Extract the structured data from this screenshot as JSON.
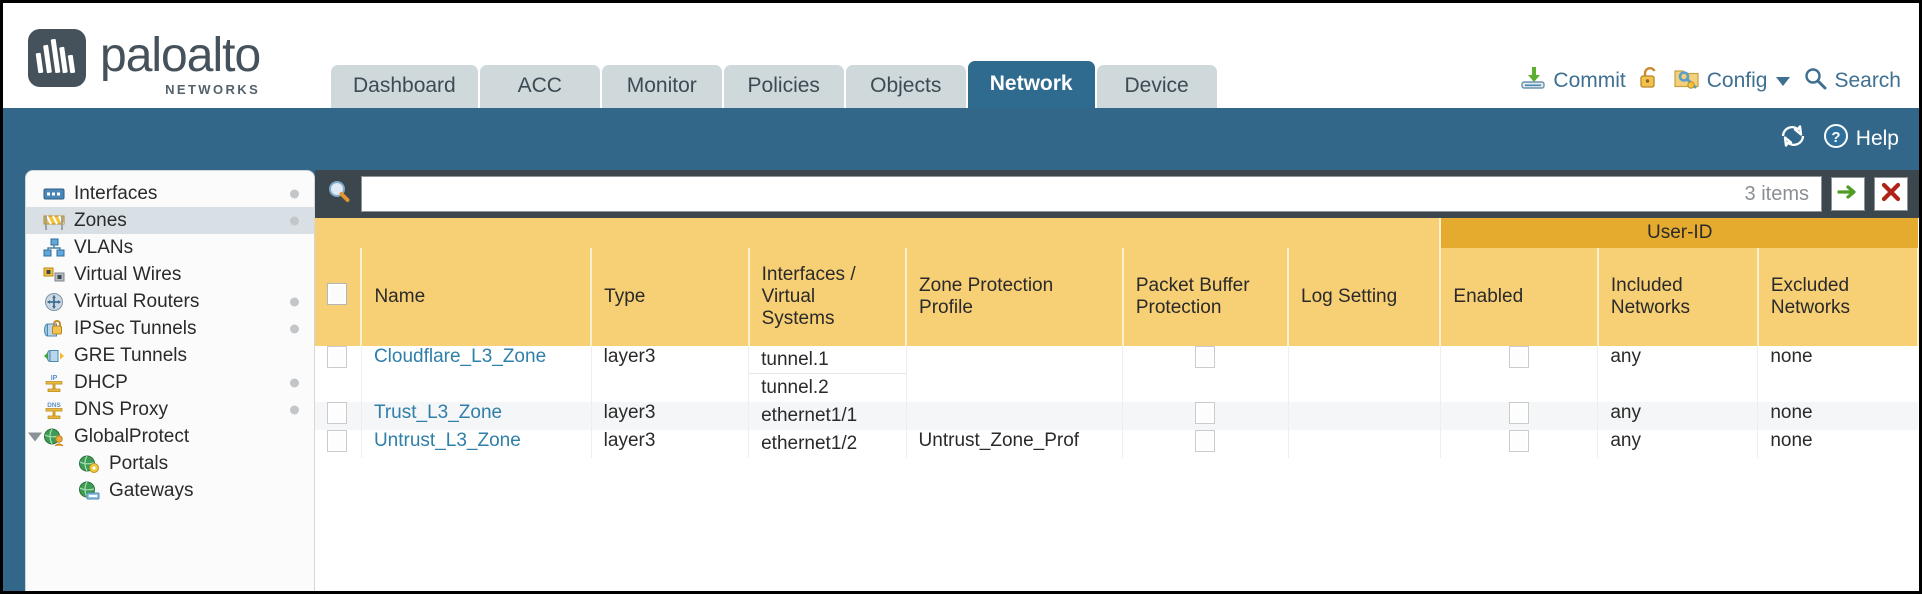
{
  "brand": {
    "name": "paloalto",
    "tagline": "NETWORKS"
  },
  "nav": {
    "tabs": [
      {
        "label": "Dashboard",
        "active": false
      },
      {
        "label": "ACC",
        "active": false
      },
      {
        "label": "Monitor",
        "active": false
      },
      {
        "label": "Policies",
        "active": false
      },
      {
        "label": "Objects",
        "active": false
      },
      {
        "label": "Network",
        "active": true
      },
      {
        "label": "Device",
        "active": false
      }
    ],
    "actions": [
      {
        "label": "Commit",
        "icon": "commit-icon"
      },
      {
        "label": "",
        "icon": "unlock-padlock-icon"
      },
      {
        "label": "Config",
        "icon": "config-key-icon",
        "dropdown": true
      },
      {
        "label": "Search",
        "icon": "search-icon"
      }
    ]
  },
  "band": {
    "refresh_icon": "refresh-icon",
    "help_label": "Help",
    "help_icon": "help-icon"
  },
  "sidebar": {
    "items": [
      {
        "label": "Interfaces",
        "icon": "interfaces-icon",
        "selected": false,
        "dot": true,
        "child": false,
        "expander": false
      },
      {
        "label": "Zones",
        "icon": "zones-icon",
        "selected": true,
        "dot": true,
        "child": false,
        "expander": false
      },
      {
        "label": "VLANs",
        "icon": "vlans-icon",
        "selected": false,
        "dot": false,
        "child": false,
        "expander": false
      },
      {
        "label": "Virtual Wires",
        "icon": "virtual-wires-icon",
        "selected": false,
        "dot": false,
        "child": false,
        "expander": false
      },
      {
        "label": "Virtual Routers",
        "icon": "virtual-routers-icon",
        "selected": false,
        "dot": true,
        "child": false,
        "expander": false
      },
      {
        "label": "IPSec Tunnels",
        "icon": "ipsec-tunnels-icon",
        "selected": false,
        "dot": true,
        "child": false,
        "expander": false
      },
      {
        "label": "GRE Tunnels",
        "icon": "gre-tunnels-icon",
        "selected": false,
        "dot": false,
        "child": false,
        "expander": false
      },
      {
        "label": "DHCP",
        "icon": "dhcp-icon",
        "selected": false,
        "dot": true,
        "child": false,
        "expander": false
      },
      {
        "label": "DNS Proxy",
        "icon": "dns-proxy-icon",
        "selected": false,
        "dot": true,
        "child": false,
        "expander": false
      },
      {
        "label": "GlobalProtect",
        "icon": "globalprotect-icon",
        "selected": false,
        "dot": false,
        "child": false,
        "expander": true
      },
      {
        "label": "Portals",
        "icon": "portals-icon",
        "selected": false,
        "dot": false,
        "child": true,
        "expander": false
      },
      {
        "label": "Gateways",
        "icon": "gateways-icon",
        "selected": false,
        "dot": false,
        "child": true,
        "expander": false
      }
    ]
  },
  "search": {
    "value": "",
    "placeholder": "",
    "items_count": "3 items",
    "apply_icon": "green-arrow-icon",
    "clear_icon": "red-x-icon",
    "magnifier_icon": "magnifier-icon"
  },
  "table": {
    "group_header": "User-ID",
    "columns": [
      "Name",
      "Type",
      "Interfaces / Virtual Systems",
      "Zone Protection Profile",
      "Packet Buffer Protection",
      "Log Setting",
      "Enabled",
      "Included Networks",
      "Excluded Networks"
    ],
    "rows": [
      {
        "selected": false,
        "name": "Cloudflare_L3_Zone",
        "type": "layer3",
        "interfaces": [
          "tunnel.1",
          "tunnel.2"
        ],
        "zone_protection_profile": "",
        "packet_buffer_protection": false,
        "log_setting": "",
        "userid_enabled": false,
        "included_networks": "any",
        "excluded_networks": "none"
      },
      {
        "selected": false,
        "name": "Trust_L3_Zone",
        "type": "layer3",
        "interfaces": [
          "ethernet1/1"
        ],
        "zone_protection_profile": "",
        "packet_buffer_protection": false,
        "log_setting": "",
        "userid_enabled": false,
        "included_networks": "any",
        "excluded_networks": "none"
      },
      {
        "selected": false,
        "name": "Untrust_L3_Zone",
        "type": "layer3",
        "interfaces": [
          "ethernet1/2"
        ],
        "zone_protection_profile": "Untrust_Zone_Prof",
        "packet_buffer_protection": false,
        "log_setting": "",
        "userid_enabled": false,
        "included_networks": "any",
        "excluded_networks": "none"
      }
    ]
  },
  "colors": {
    "brand_dark": "#45525b",
    "band_blue": "#33678a",
    "active_tab": "#2e6b8e",
    "header_gold": "#f7cf74",
    "group_gold": "#e5ab2f",
    "link_blue": "#2f7fa8"
  }
}
